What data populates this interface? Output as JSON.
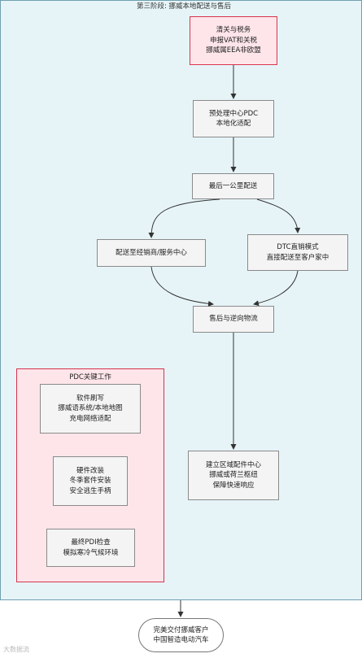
{
  "stage": {
    "title": "第三阶段: 挪威本地配送与售后"
  },
  "nodes": {
    "customs": [
      "清关与税务",
      "申报VAT和关税",
      "挪威属EEA非欧盟"
    ],
    "pdc": [
      "预处理中心PDC",
      "本地化适配"
    ],
    "last_mile": [
      "最后一公里配送"
    ],
    "dealer": [
      "配送至经销商/服务中心"
    ],
    "dtc": [
      "DTC直销模式",
      "直接配送至客户家中"
    ],
    "aftersales": [
      "售后与逆向物流"
    ],
    "parts_center": [
      "建立区域配件中心",
      "挪威或荷兰枢纽",
      "保障快速响应"
    ]
  },
  "pdc_group": {
    "title": "PDC关键工作",
    "software": [
      "软件刷写",
      "挪威语系统/本地地图",
      "充电网络适配"
    ],
    "hardware": [
      "硬件改装",
      "冬季套件安装",
      "安全逃生手柄"
    ],
    "pdi": [
      "最终PDI检查",
      "模拟寒冷气候环境"
    ]
  },
  "end": [
    "完美交付挪威客户",
    "中国智造电动汽车"
  ],
  "watermark": "大数据流"
}
